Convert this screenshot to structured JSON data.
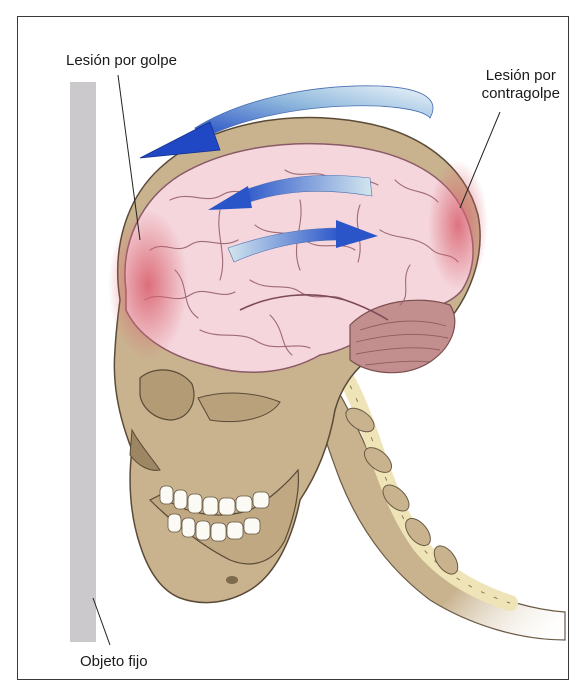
{
  "labels": {
    "coup_injury": "Lesión por golpe",
    "contrecoup_line1": "Lesión por",
    "contrecoup_line2": "contragolpe",
    "fixed_object": "Objeto fijo"
  },
  "colors": {
    "skull": "#c9b38f",
    "skull_outline": "#5a4a37",
    "brain": "#f5d6dc",
    "brain_outline": "#8a5a66",
    "injury": "#d9626f",
    "arrow_blue": "#2a55c9",
    "wall": "#ccc9cc",
    "spine": "#efe4b8"
  },
  "icons": {
    "motion_arrow": "curved-arrow-icon",
    "internal_arrows": "brain-rebound-arrow-icon"
  }
}
